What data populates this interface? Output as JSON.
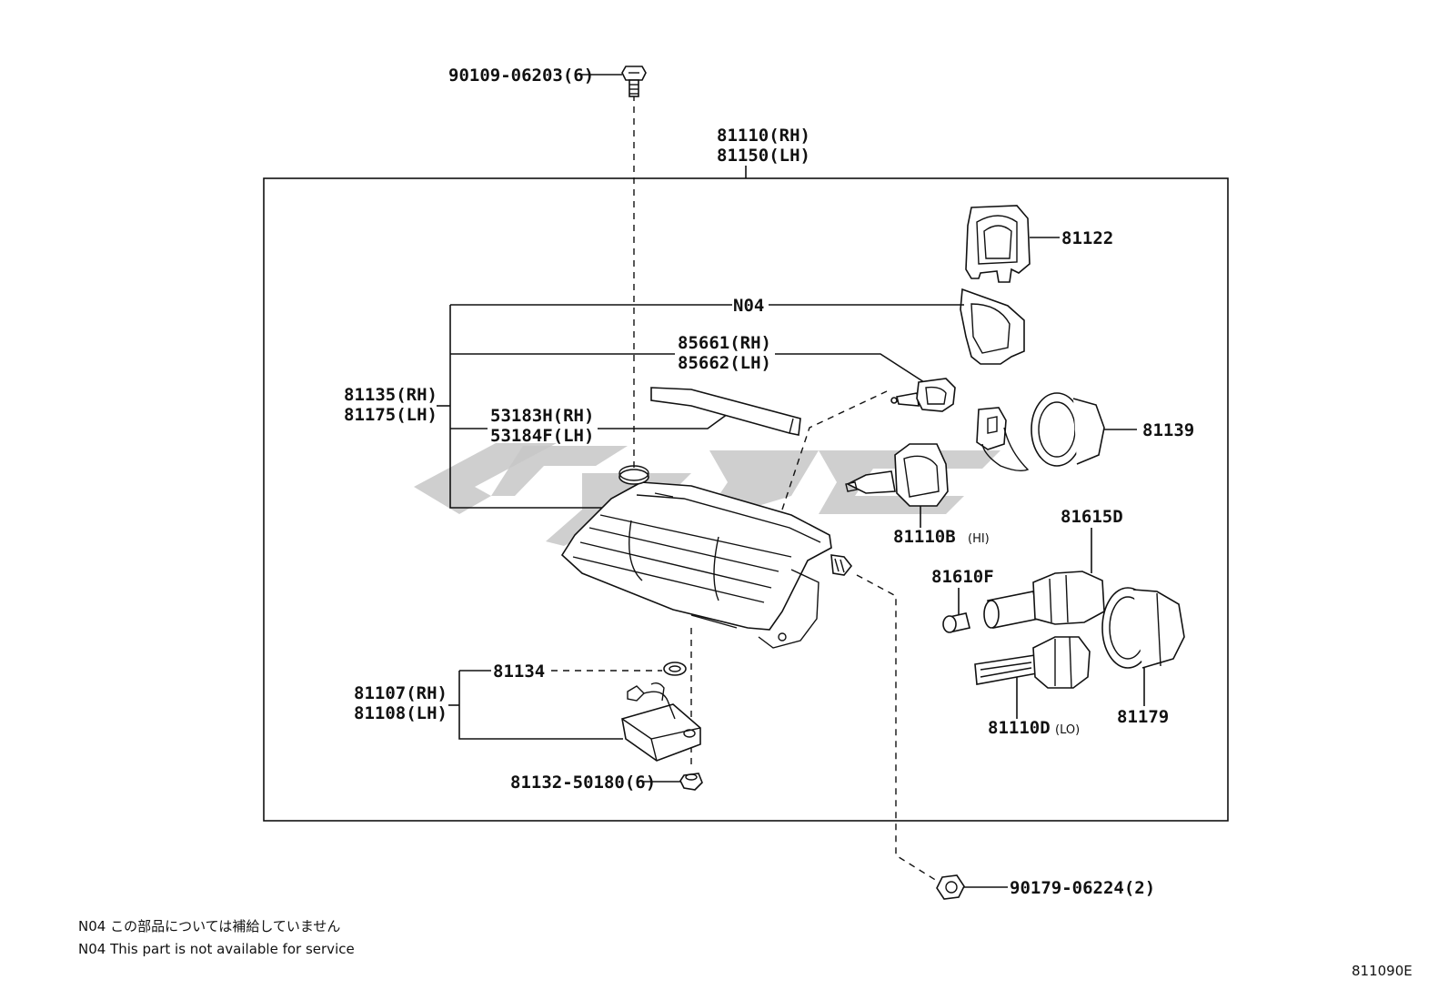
{
  "labels": {
    "bolt_top": "90109-06203(6)",
    "assy_rh": "81110(RH)",
    "assy_lh": "81150(LH)",
    "bracket": "81122",
    "n04": "N04",
    "p85661": "85661(RH)",
    "p85662": "85662(LH)",
    "p81135": "81135(RH)",
    "p81175": "81175(LH)",
    "p53183": "53183H(RH)",
    "p53184": "53184F(LH)",
    "socket": "81139",
    "bulb_hi": "81110B",
    "bulb_hi_tag": "(HI)",
    "p81615": "81615D",
    "p81610": "81610F",
    "gasket": "81134",
    "p81107": "81107(RH)",
    "p81108": "81108(LH)",
    "bulb_lo": "81110D",
    "bulb_lo_tag": "(LO)",
    "cap": "81179",
    "nut_small": "81132-50180(6)",
    "nut_big": "90179-06224(2)"
  },
  "notes": {
    "jp": "N04 この部品については補給していません",
    "en": "N04 This part is not available for service"
  },
  "figure_id": "811090E"
}
